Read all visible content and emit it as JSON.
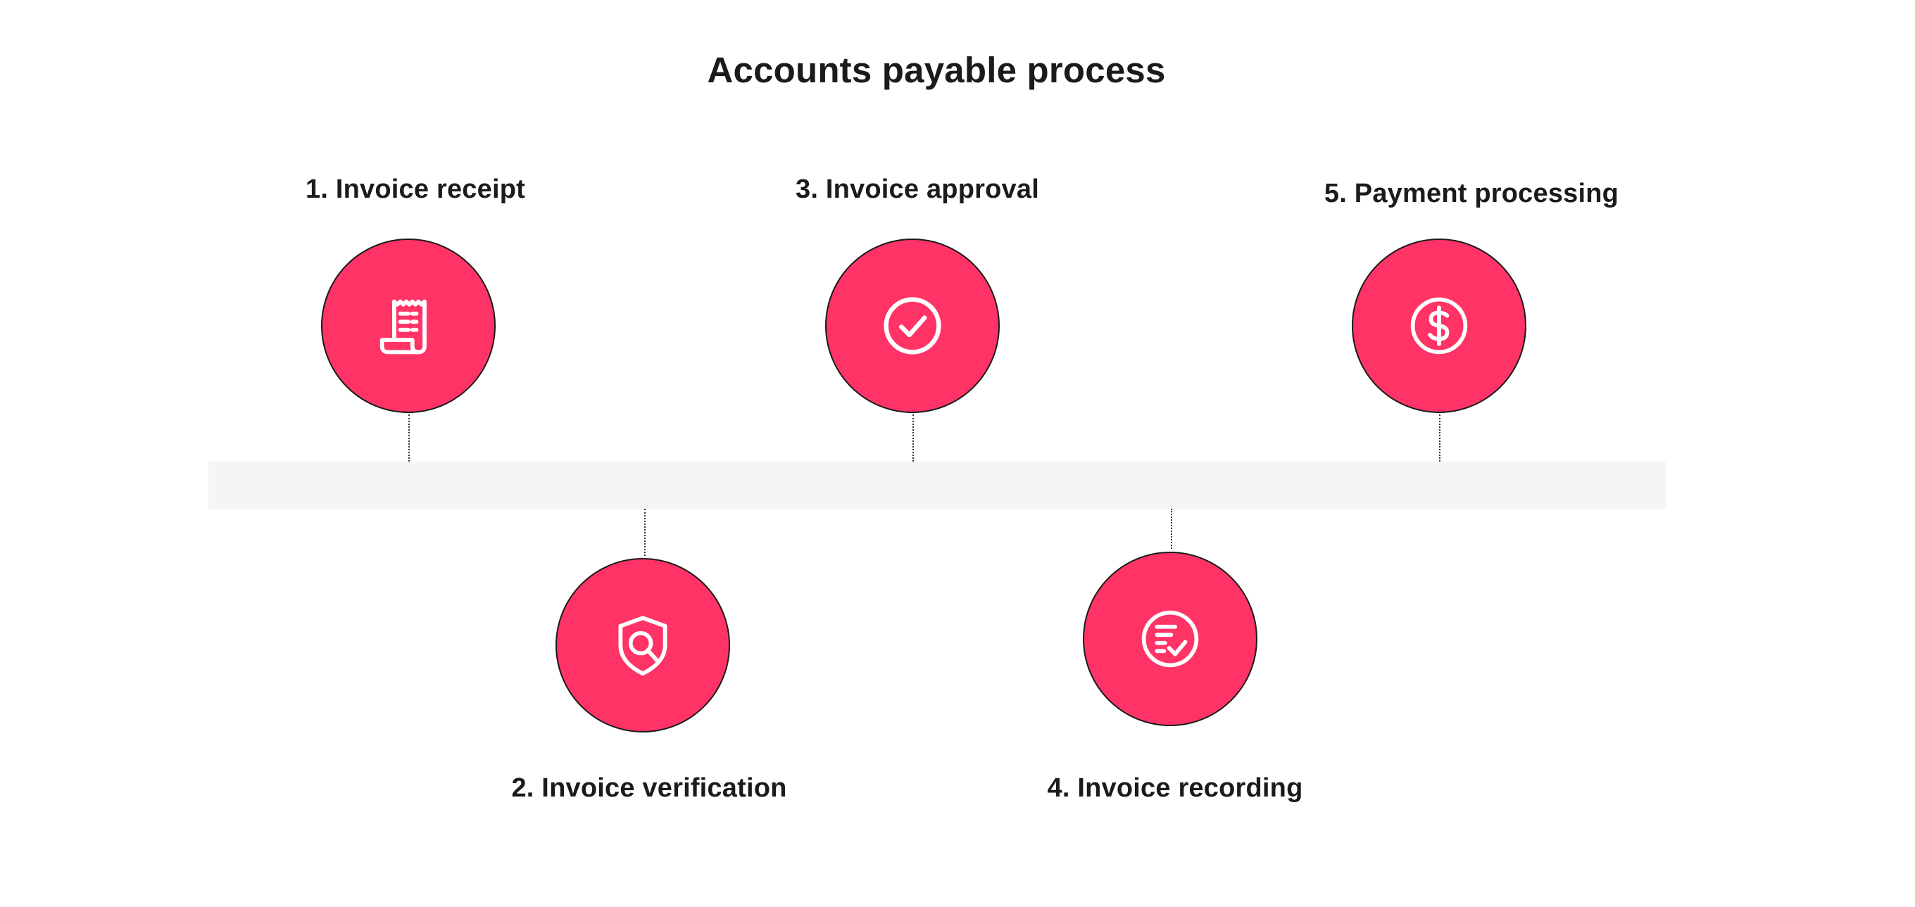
{
  "title": "Accounts payable process",
  "colors": {
    "accent": "#ff3366",
    "timeline": "#f5f5f5",
    "text": "#1b1b1b"
  },
  "steps": [
    {
      "label": "1. Invoice receipt",
      "icon": "receipt-icon"
    },
    {
      "label": "2. Invoice verification",
      "icon": "shield-search-icon"
    },
    {
      "label": "3. Invoice approval",
      "icon": "check-circle-icon"
    },
    {
      "label": "4. Invoice recording",
      "icon": "list-check-icon"
    },
    {
      "label": "5. Payment processing",
      "icon": "dollar-circle-icon"
    }
  ]
}
